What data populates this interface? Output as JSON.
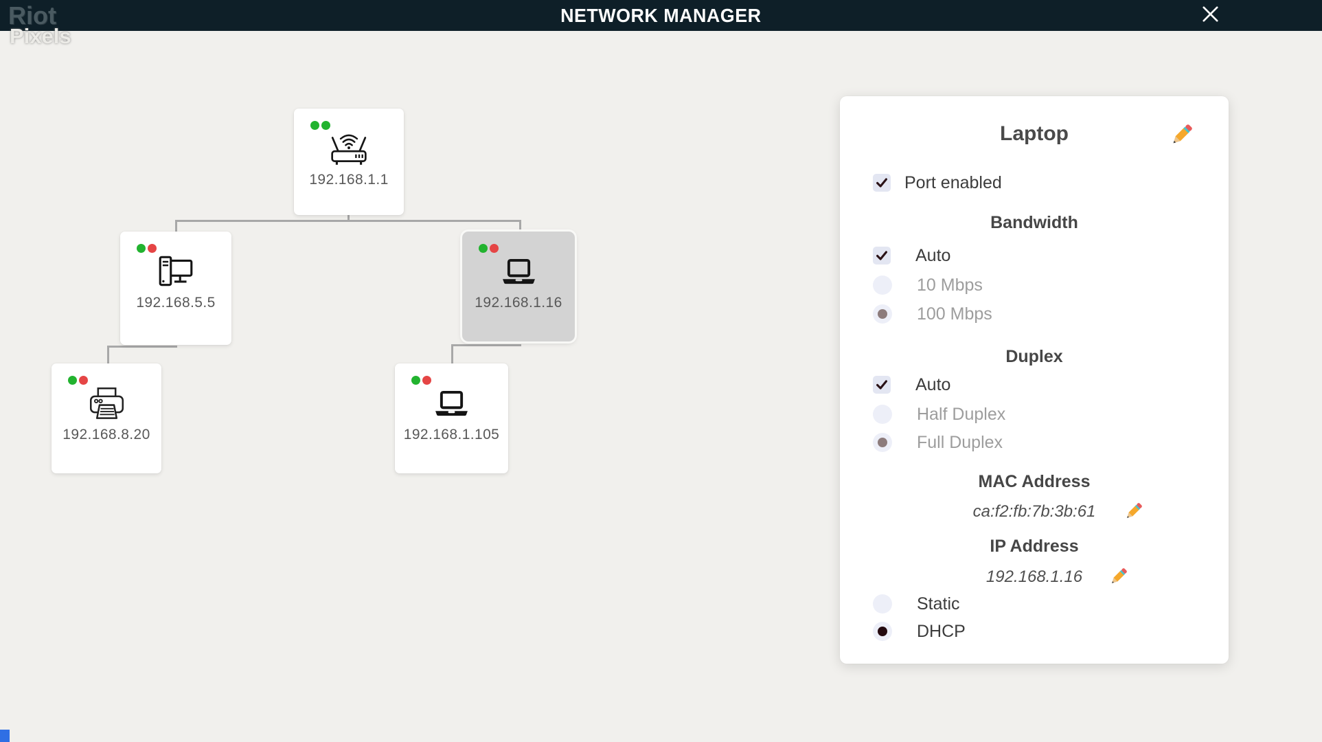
{
  "header": {
    "title": "NETWORK MANAGER"
  },
  "watermark": {
    "line1": "Riot",
    "line2": "Pixels"
  },
  "icons": {
    "close": "x-cross",
    "edit": "pencil",
    "node_types": [
      "wifi-router",
      "desktop-pc",
      "laptop",
      "printer",
      "laptop"
    ]
  },
  "colors": {
    "header_bg": "#0e1f28",
    "page_bg": "#f1f0ed",
    "card_bg": "#ffffff",
    "card_selected_bg": "#d3d3d3",
    "connector": "#a8a8a8",
    "status_green": "#22b32f",
    "status_red": "#e54545",
    "radio_dot_disabled": "#8d7c7c",
    "radio_dot_active": "#240a0f"
  },
  "tree": {
    "nodes": [
      {
        "id": "router",
        "ip": "192.168.1.1",
        "icon": "wifi-router-icon",
        "status_dots": [
          "green",
          "green"
        ],
        "selected": false
      },
      {
        "id": "desktop",
        "ip": "192.168.5.5",
        "icon": "desktop-pc-icon",
        "status_dots": [
          "green",
          "red"
        ],
        "selected": false
      },
      {
        "id": "laptop",
        "ip": "192.168.1.16",
        "icon": "laptop-icon",
        "status_dots": [
          "green",
          "red"
        ],
        "selected": true
      },
      {
        "id": "printer",
        "ip": "192.168.8.20",
        "icon": "printer-icon",
        "status_dots": [
          "green",
          "red"
        ],
        "selected": false
      },
      {
        "id": "laptop2",
        "ip": "192.168.1.105",
        "icon": "laptop-icon",
        "status_dots": [
          "green",
          "red"
        ],
        "selected": false
      }
    ]
  },
  "panel": {
    "title": "Laptop",
    "port_enabled": {
      "label": "Port enabled",
      "checked": true
    },
    "bandwidth": {
      "heading": "Bandwidth",
      "auto": {
        "label": "Auto",
        "checked": true
      },
      "options": [
        {
          "label": "10 Mbps",
          "selected": false
        },
        {
          "label": "100 Mbps",
          "selected": true
        }
      ]
    },
    "duplex": {
      "heading": "Duplex",
      "auto": {
        "label": "Auto",
        "checked": true
      },
      "options": [
        {
          "label": "Half Duplex",
          "selected": false
        },
        {
          "label": "Full Duplex",
          "selected": true
        }
      ]
    },
    "mac": {
      "heading": "MAC Address",
      "value": "ca:f2:fb:7b:3b:61"
    },
    "ip": {
      "heading": "IP Address",
      "value": "192.168.1.16"
    },
    "ip_mode": {
      "options": [
        {
          "label": "Static",
          "selected": false
        },
        {
          "label": "DHCP",
          "selected": true
        }
      ]
    }
  }
}
